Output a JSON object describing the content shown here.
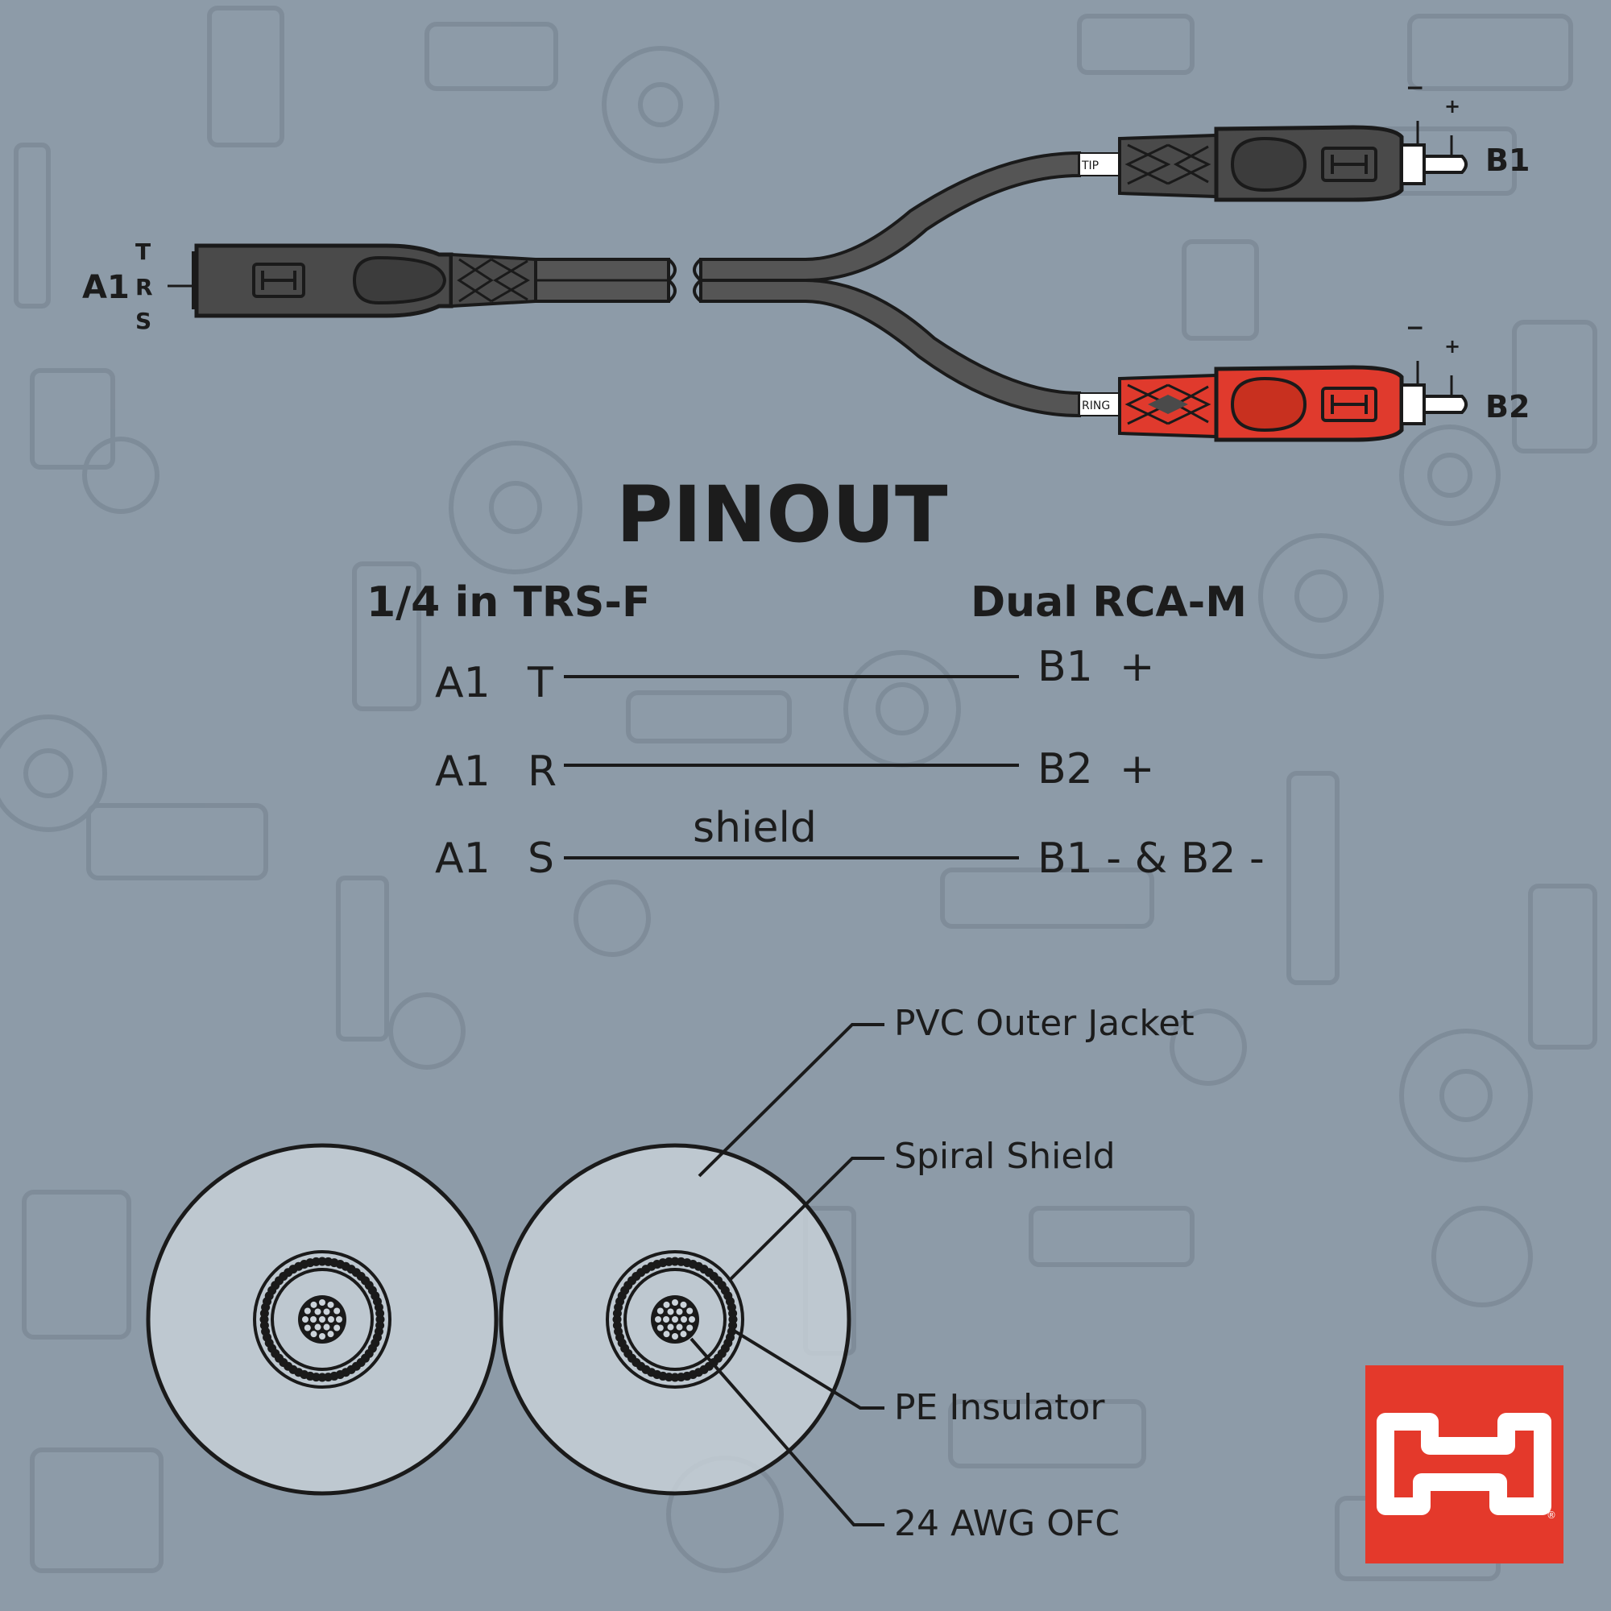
{
  "colors": {
    "background": "#8d9ba8",
    "pattern": "#7c8a97",
    "connector_dark": "#4a4a4a",
    "connector_red": "#e03a2d",
    "cable": "#555555",
    "cross_section_fill": "#cbd3da",
    "brand_red": "#e4392b"
  },
  "cable": {
    "input_label": "A1",
    "input_pins": [
      "T",
      "R",
      "S"
    ],
    "output_b1": {
      "label": "B1",
      "tag": "TIP",
      "minus": "−",
      "plus": "+"
    },
    "output_b2": {
      "label": "B2",
      "tag": "RING",
      "minus": "−",
      "plus": "+"
    }
  },
  "pinout": {
    "title": "PINOUT",
    "left_header": "1/4 in TRS-F",
    "right_header": "Dual RCA-M",
    "rows": [
      {
        "from_port": "A1",
        "from_pin": "T",
        "to": "B1  +",
        "note": ""
      },
      {
        "from_port": "A1",
        "from_pin": "R",
        "to": "B2  +",
        "note": ""
      },
      {
        "from_port": "A1",
        "from_pin": "S",
        "to": "B1 - & B2 -",
        "note": "shield"
      }
    ]
  },
  "cross_section": {
    "labels": [
      "PVC Outer Jacket",
      "Spiral Shield",
      "PE Insulator",
      "24 AWG OFC"
    ]
  },
  "logo": {
    "icon": "hosa-h-logo",
    "registered": "®"
  }
}
